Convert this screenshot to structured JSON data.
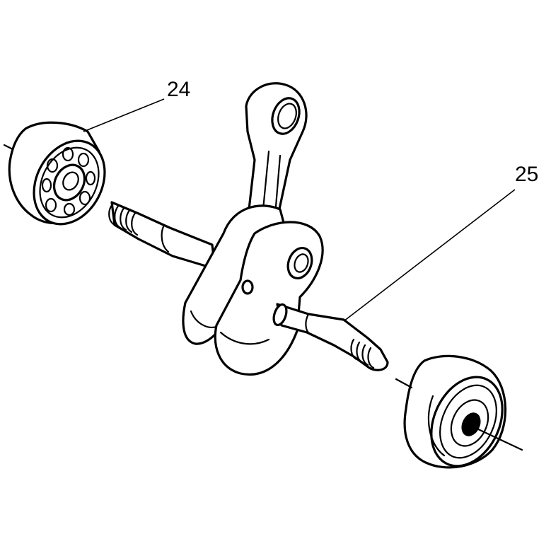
{
  "diagram": {
    "callouts": [
      {
        "id": "bearing-left",
        "label": "24"
      },
      {
        "id": "bearing-right",
        "label": "25"
      }
    ]
  }
}
